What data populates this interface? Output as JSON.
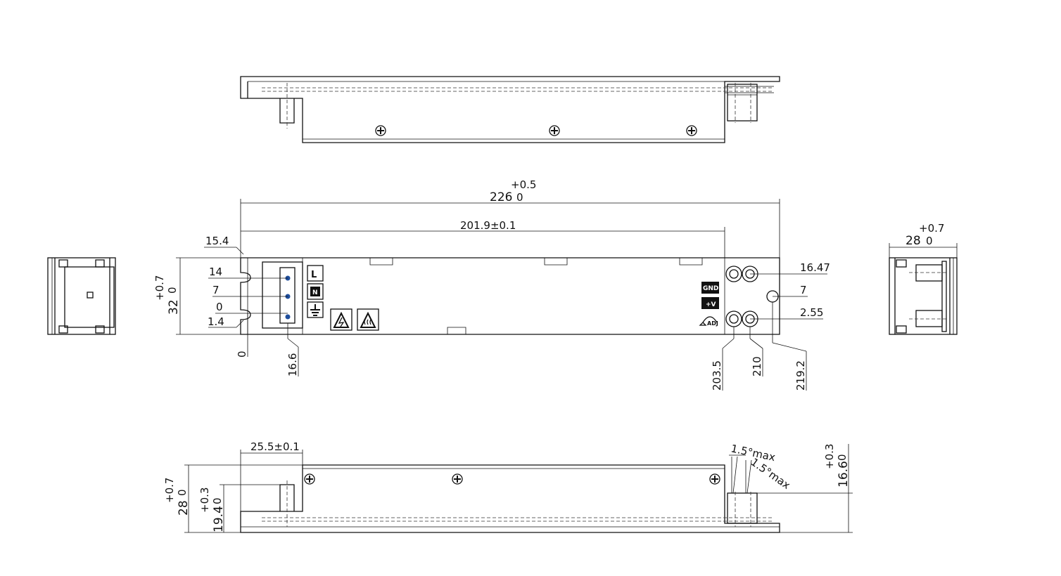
{
  "top_view": {},
  "front_view": {
    "overall_length": {
      "nominal": "226",
      "tol_upper": "+0.5",
      "tol_lower": "0"
    },
    "hole_span": "201.9±0.1",
    "height": {
      "nominal": "32",
      "tol_upper": "+0.7",
      "tol_lower": "0"
    },
    "left_marks": [
      "15.4",
      "14",
      "7",
      "0",
      "1.4"
    ],
    "left_bottom_mark": "0",
    "connector_offset": "16.6",
    "terminal_labels": [
      "L",
      "N"
    ],
    "output_labels": {
      "gnd": "GND",
      "pos": "+V",
      "adj": "ADJ"
    },
    "right_marks": [
      "16.47",
      "7",
      "2.55"
    ],
    "bottom_marks": [
      "203.5",
      "210",
      "219.2"
    ]
  },
  "side_view": {
    "width": {
      "nominal": "28",
      "tol_upper": "+0.7",
      "tol_lower": "0"
    }
  },
  "bottom_view": {
    "flange_offset": "25.5±0.1",
    "depth": {
      "nominal": "28",
      "tol_upper": "+0.7",
      "tol_lower": "0"
    },
    "height_inner": {
      "nominal": "19.4",
      "tol_upper": "+0.3",
      "tol_lower": "0"
    },
    "terminal_height": {
      "nominal": "16.6",
      "tol_upper": "+0.3",
      "tol_lower": "0"
    },
    "angle_1": "1.5°max",
    "angle_2": "1.5°max"
  },
  "colors": {
    "line": "#111111",
    "pin": "#1f4e9c",
    "label_bg": "#111111"
  }
}
